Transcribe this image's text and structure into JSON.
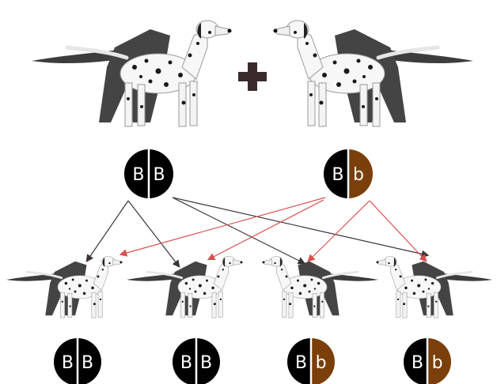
{
  "colors": {
    "dominant": "#000000",
    "recessive": "#7a3f0a",
    "arrow_dark": "#3a3236",
    "arrow_red": "#d9504f",
    "plus": "#3b2a2c"
  },
  "parents": [
    {
      "alleles": [
        "B",
        "B"
      ]
    },
    {
      "alleles": [
        "B",
        "b"
      ]
    }
  ],
  "offspring": [
    {
      "alleles": [
        "B",
        "B"
      ]
    },
    {
      "alleles": [
        "B",
        "B"
      ]
    },
    {
      "alleles": [
        "B",
        "b"
      ]
    },
    {
      "alleles": [
        "B",
        "b"
      ]
    }
  ]
}
